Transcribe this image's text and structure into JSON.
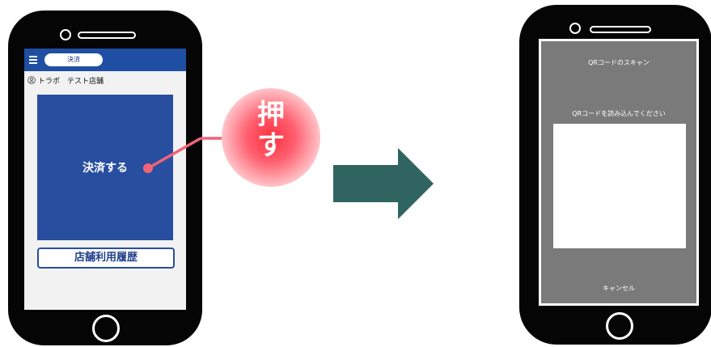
{
  "left_screen": {
    "tab_label": "決済",
    "store_name": "トラポ　テスト店舗",
    "pay_button_label": "決済する",
    "history_button_label": "店舗利用履歴"
  },
  "callout": {
    "text": "押\nす"
  },
  "right_screen": {
    "title": "QRコードのスキャン",
    "prompt": "QRコードを読み込んでください",
    "cancel_label": "キャンセル"
  },
  "colors": {
    "header_blue": "#1f4fa3",
    "panel_blue": "#284ea0",
    "callout_pink": "#f06478",
    "arrow_teal": "#2f6461",
    "scanner_gray": "#7a7a7a"
  }
}
